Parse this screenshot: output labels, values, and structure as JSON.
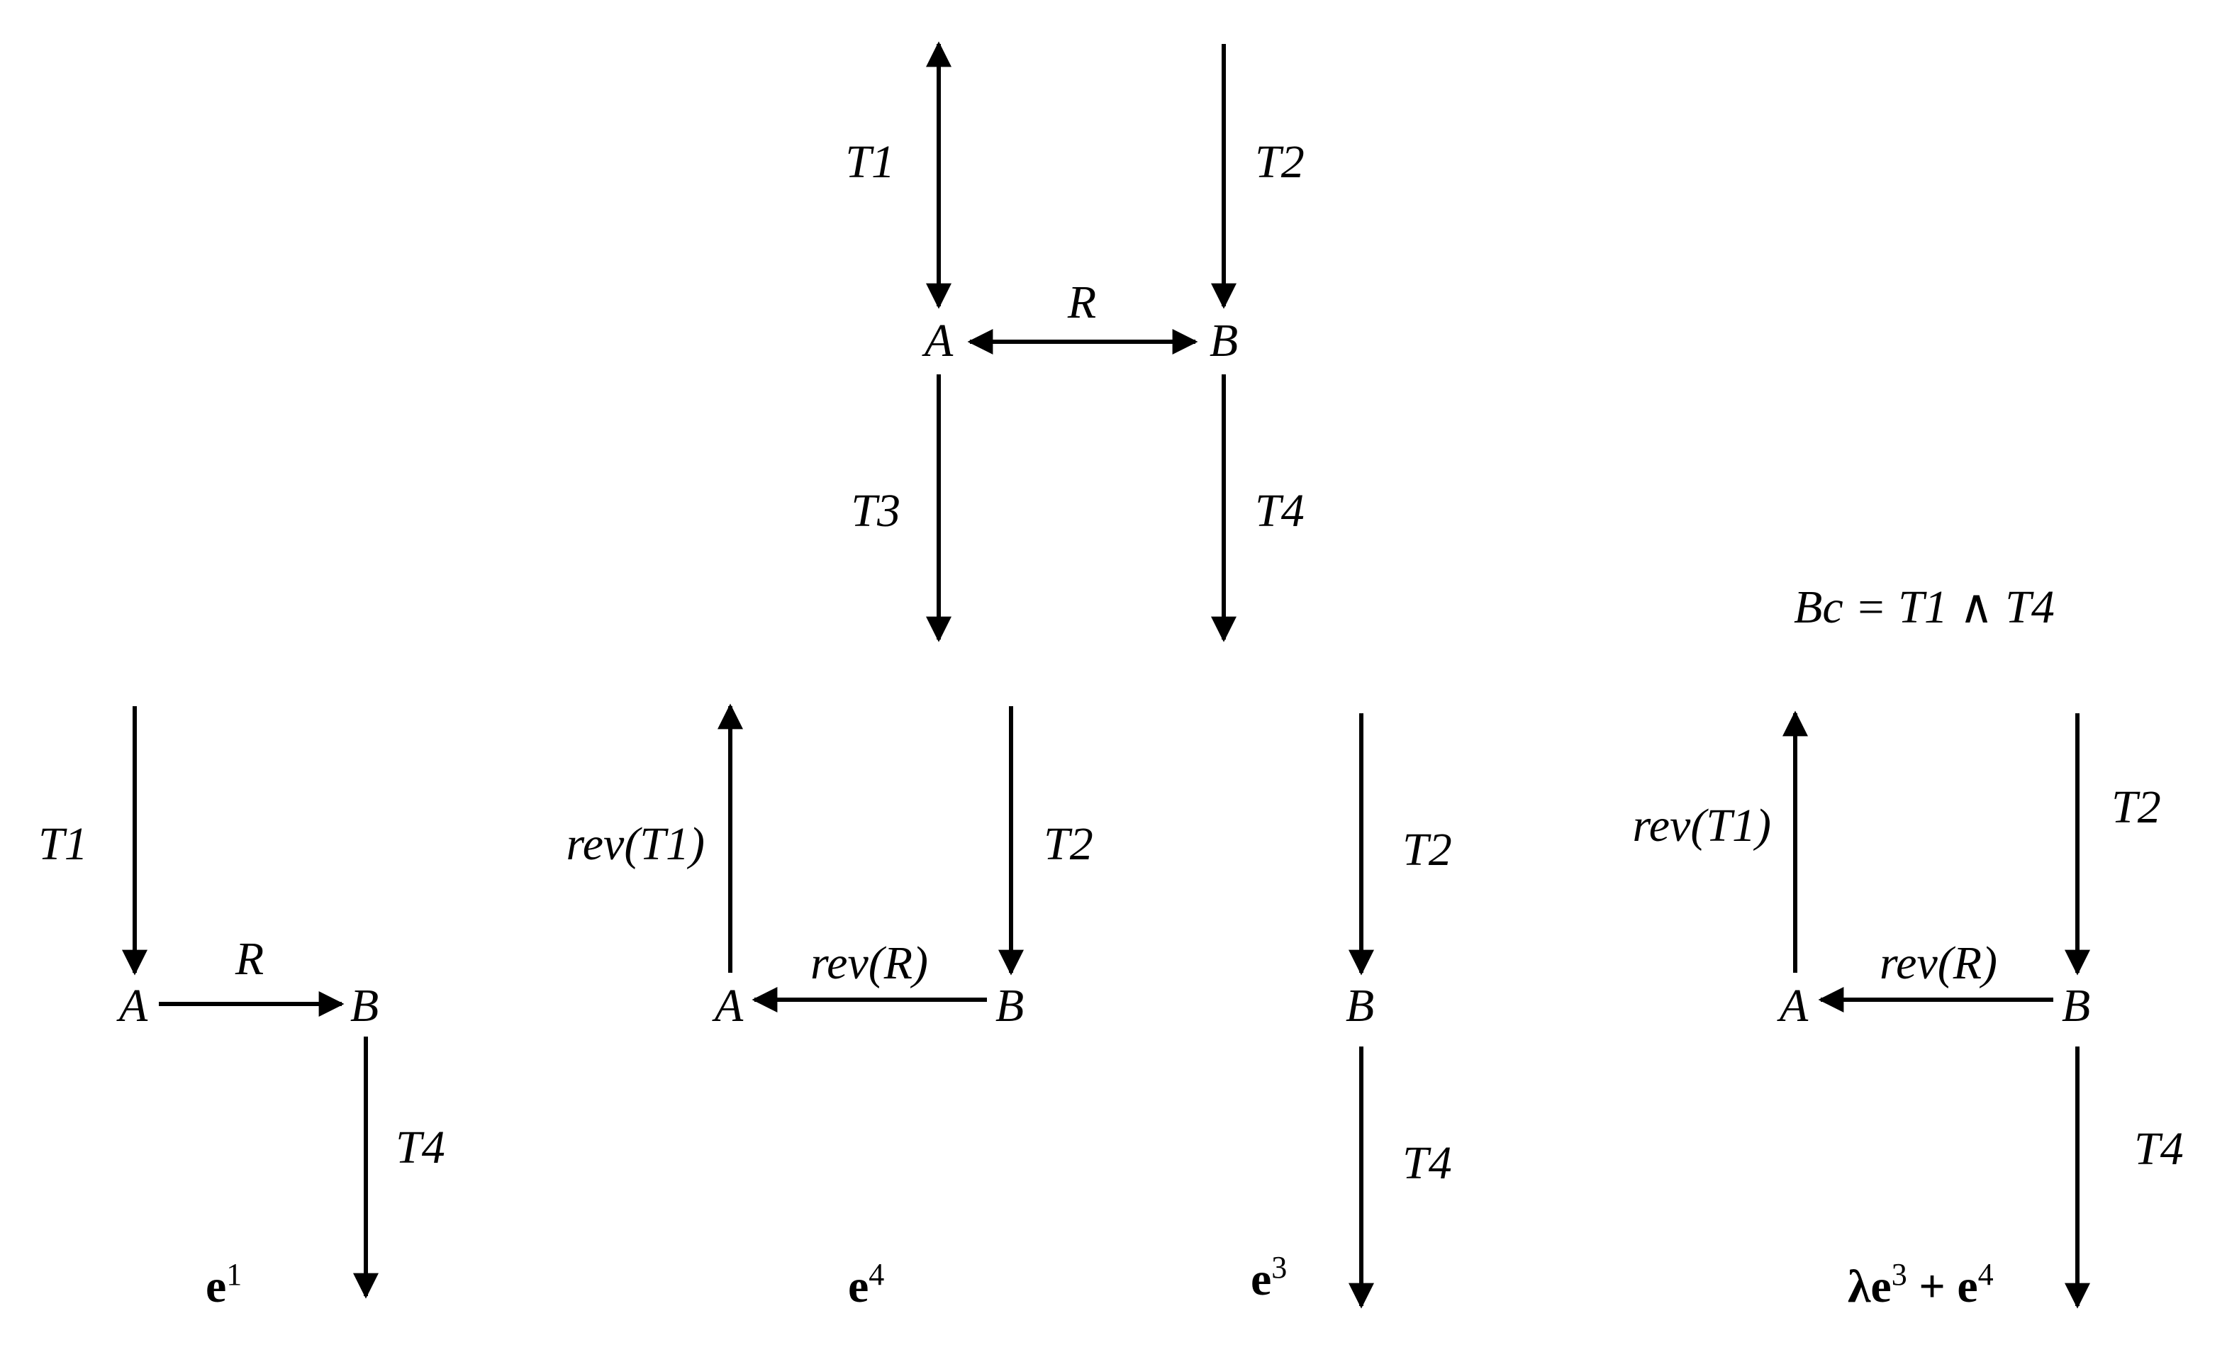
{
  "diagram": {
    "top": {
      "nodes": {
        "a": "A",
        "b": "B"
      },
      "edges": {
        "t1": "T1",
        "t2": "T2",
        "t3": "T3",
        "t4": "T4",
        "r": "R"
      }
    },
    "panel1": {
      "nodes": {
        "a": "A",
        "b": "B"
      },
      "edges": {
        "t1": "T1",
        "r": "R",
        "t4": "T4"
      },
      "caption": {
        "base": "e",
        "sup": "1"
      }
    },
    "panel2": {
      "nodes": {
        "a": "A",
        "b": "B"
      },
      "edges": {
        "rev_t1": "rev(T1)",
        "t2": "T2",
        "rev_r": "rev(R)"
      },
      "caption": {
        "base": "e",
        "sup": "4"
      }
    },
    "panel3": {
      "nodes": {
        "b": "B"
      },
      "edges": {
        "t2": "T2",
        "t4": "T4"
      },
      "caption": {
        "base": "e",
        "sup": "3"
      }
    },
    "panel4": {
      "formula": "Bc = T1 ∧ T4",
      "nodes": {
        "a": "A",
        "b": "B"
      },
      "edges": {
        "rev_t1": "rev(T1)",
        "t2": "T2",
        "rev_r": "rev(R)",
        "t4": "T4"
      },
      "caption": {
        "lambda": "λ",
        "base1": "e",
        "sup1": "3",
        "plus": " + ",
        "base2": "e",
        "sup2": "4"
      }
    }
  }
}
